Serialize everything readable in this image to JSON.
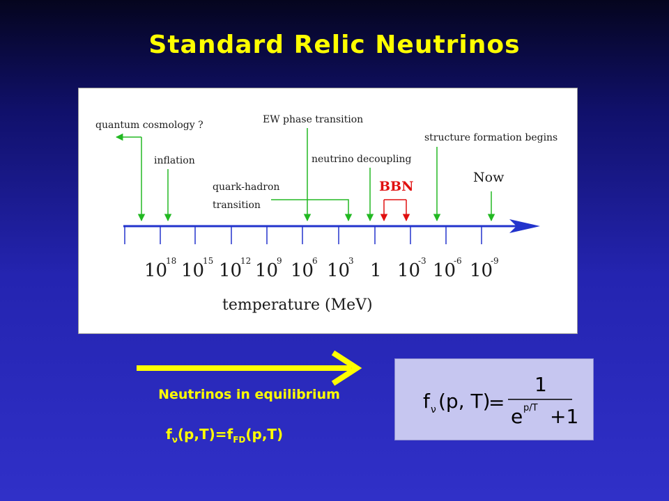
{
  "slide": {
    "title": "Standard Relic Neutrinos"
  },
  "timeline": {
    "events": [
      {
        "label": "quantum cosmology ?"
      },
      {
        "label": "inflation"
      },
      {
        "label_line1": "quark-hadron",
        "label_line2": "transition"
      },
      {
        "label": "EW phase transition"
      },
      {
        "label": "neutrino decoupling"
      },
      {
        "label": "BBN"
      },
      {
        "label": "structure formation begins"
      },
      {
        "label": "Now"
      }
    ],
    "ticks": [
      {
        "base": "10",
        "exp": "18"
      },
      {
        "base": "10",
        "exp": "15"
      },
      {
        "base": "10",
        "exp": "12"
      },
      {
        "base": "10",
        "exp": "9"
      },
      {
        "base": "10",
        "exp": "6"
      },
      {
        "base": "10",
        "exp": "3"
      },
      {
        "base": "1",
        "exp": ""
      },
      {
        "base": "10",
        "exp": "-3"
      },
      {
        "base": "10",
        "exp": "-6"
      },
      {
        "base": "10",
        "exp": "-9"
      }
    ],
    "axis_label": "temperature (MeV)",
    "colors": {
      "arrows": "#22b822",
      "axis": "#2233cc",
      "bbn": "#e01010"
    }
  },
  "equilibrium": {
    "label": "Neutrinos in equilibrium",
    "fd_f": "f",
    "fd_nu": "ν",
    "fd_args": "(p,T)=f",
    "fd_sub": "FD",
    "fd_end": "(p,T)"
  },
  "formula": {
    "lhs_f": "f",
    "lhs_nu": "ν",
    "lhs_args": "(p, T)",
    "equals": "=",
    "numerator": "1",
    "den_e": "e",
    "den_exp": "p/T",
    "den_plus": "+1"
  },
  "colors": {
    "title": "#ffff00",
    "arrow": "#ffff00",
    "formula_bg": "#c6c6f0"
  }
}
